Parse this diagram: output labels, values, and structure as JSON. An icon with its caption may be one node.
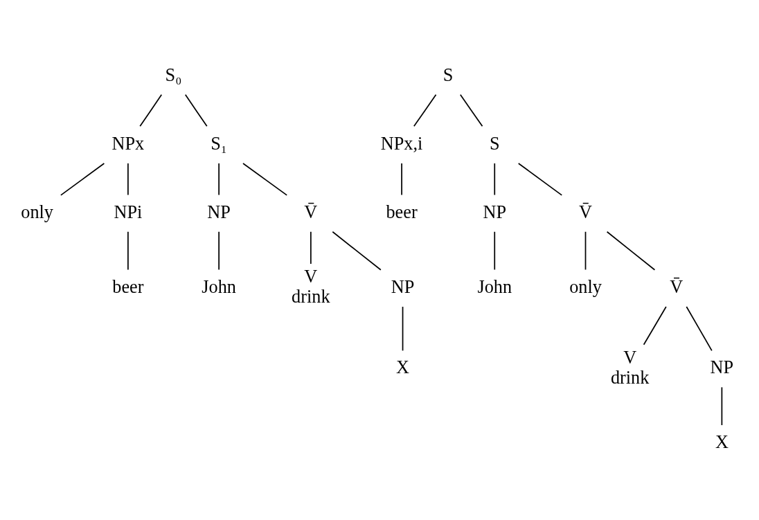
{
  "diagram": {
    "nodes": [
      {
        "text": [
          "S₀"
        ]
      },
      {
        "text": [
          "NPx"
        ]
      },
      {
        "text": [
          "S₁"
        ]
      },
      {
        "text": [
          "only"
        ]
      },
      {
        "text": [
          "NPi"
        ]
      },
      {
        "text": [
          "beer"
        ]
      },
      {
        "text": [
          "NP"
        ]
      },
      {
        "text": [
          "John"
        ]
      },
      {
        "text": [
          "V̄"
        ]
      },
      {
        "text": [
          "V",
          "drink"
        ]
      },
      {
        "text": [
          "NP"
        ]
      },
      {
        "text": [
          "X"
        ]
      },
      {
        "text": [
          "S"
        ]
      },
      {
        "text": [
          "NPx,i"
        ]
      },
      {
        "text": [
          "S"
        ]
      },
      {
        "text": [
          "beer"
        ]
      },
      {
        "text": [
          "NP"
        ]
      },
      {
        "text": [
          "John"
        ]
      },
      {
        "text": [
          "V̄"
        ]
      },
      {
        "text": [
          "only"
        ]
      },
      {
        "text": [
          "V̄"
        ]
      },
      {
        "text": [
          "V",
          "drink"
        ]
      },
      {
        "text": [
          "NP"
        ]
      },
      {
        "text": [
          "X"
        ]
      }
    ],
    "edges": [
      {
        "from": 0,
        "to": 1,
        "arrow": "none"
      },
      {
        "from": 0,
        "to": 2,
        "arrow": "none"
      },
      {
        "from": 1,
        "to": 3,
        "arrow": "none"
      },
      {
        "from": 1,
        "to": 4,
        "arrow": "none"
      },
      {
        "from": 4,
        "to": 5,
        "arrow": "none"
      },
      {
        "from": 2,
        "to": 6,
        "arrow": "none"
      },
      {
        "from": 2,
        "to": 8,
        "arrow": "none"
      },
      {
        "from": 6,
        "to": 7,
        "arrow": "none"
      },
      {
        "from": 8,
        "to": 9,
        "arrow": "none"
      },
      {
        "from": 8,
        "to": 10,
        "arrow": "none"
      },
      {
        "from": 10,
        "to": 11,
        "arrow": "none"
      },
      {
        "from": 12,
        "to": 13,
        "arrow": "none"
      },
      {
        "from": 12,
        "to": 14,
        "arrow": "none"
      },
      {
        "from": 13,
        "to": 15,
        "arrow": "none"
      },
      {
        "from": 14,
        "to": 16,
        "arrow": "none"
      },
      {
        "from": 14,
        "to": 18,
        "arrow": "none"
      },
      {
        "from": 16,
        "to": 17,
        "arrow": "none"
      },
      {
        "from": 18,
        "to": 19,
        "arrow": "none"
      },
      {
        "from": 18,
        "to": 20,
        "arrow": "none"
      },
      {
        "from": 20,
        "to": 21,
        "arrow": "none"
      },
      {
        "from": 20,
        "to": 22,
        "arrow": "none"
      },
      {
        "from": 22,
        "to": 23,
        "arrow": "none"
      }
    ]
  }
}
